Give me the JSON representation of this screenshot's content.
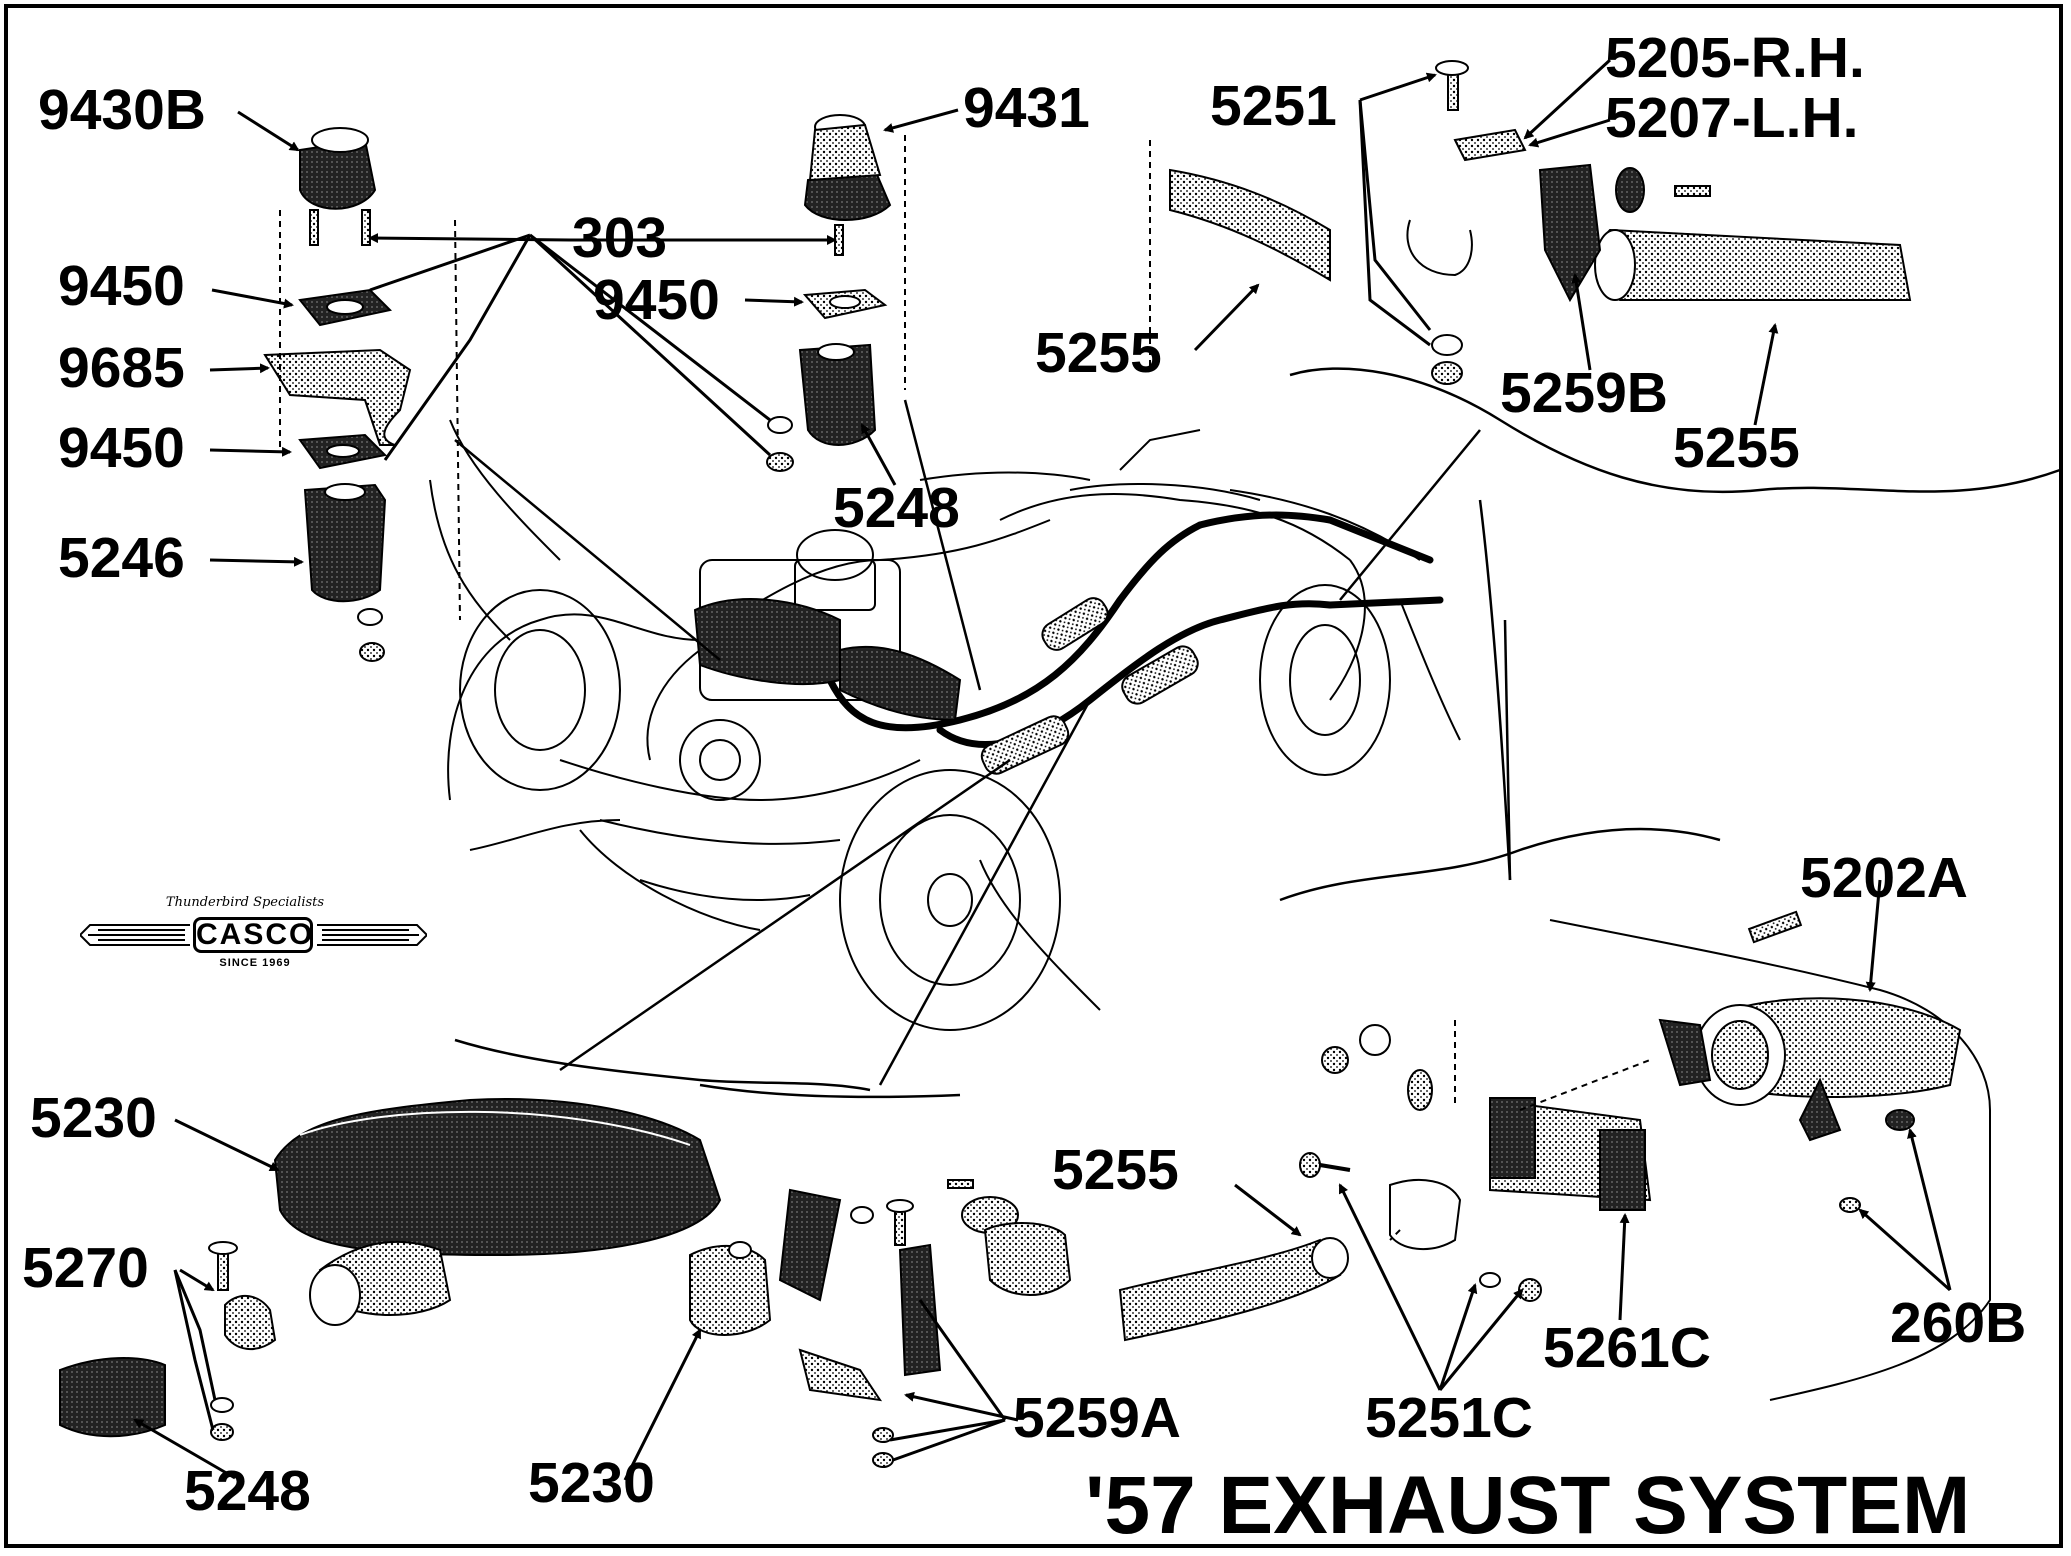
{
  "title": "'57 EXHAUST SYSTEM",
  "logo": {
    "tagline": "Thunderbird Specialists",
    "brand": "CASCO",
    "since": "SINCE 1969"
  },
  "callouts": {
    "p9430b": "9430B",
    "p303": "303",
    "p9450_a": "9450",
    "p9685": "9685",
    "p9450_b": "9450",
    "p5246": "5246",
    "p9431": "9431",
    "p9450_c": "9450",
    "p5248_top": "5248",
    "p5251": "5251",
    "p5205": "5205-R.H.",
    "p5207": "5207-L.H.",
    "p5255_a": "5255",
    "p5259b": "5259B",
    "p5255_b": "5255",
    "p5202a": "5202A",
    "p5230_a": "5230",
    "p5270": "5270",
    "p5248_bottom": "5248",
    "p5255_c": "5255",
    "p5259a": "5259A",
    "p5230_b": "5230",
    "p5251c": "5251C",
    "p5261c": "5261C",
    "p260b": "260B"
  }
}
